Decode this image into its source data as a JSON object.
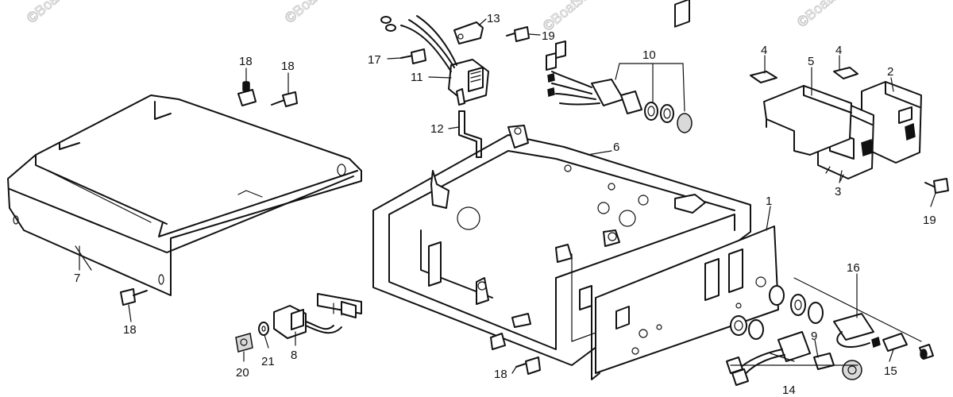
{
  "watermark": "©Boats.net",
  "callouts": {
    "c1": "1",
    "c2": "2",
    "c3": "3",
    "c4a": "4",
    "c4b": "4",
    "c5": "5",
    "c6": "6",
    "c7": "7",
    "c8": "8",
    "c9": "9",
    "c10": "10",
    "c11": "11",
    "c12": "12",
    "c13": "13",
    "c14": "14",
    "c15": "15",
    "c16": "16",
    "c17": "17",
    "c18a": "18",
    "c18b": "18",
    "c18c": "18",
    "c18d": "18",
    "c19a": "19",
    "c19b": "19",
    "c20": "20",
    "c21": "21"
  }
}
